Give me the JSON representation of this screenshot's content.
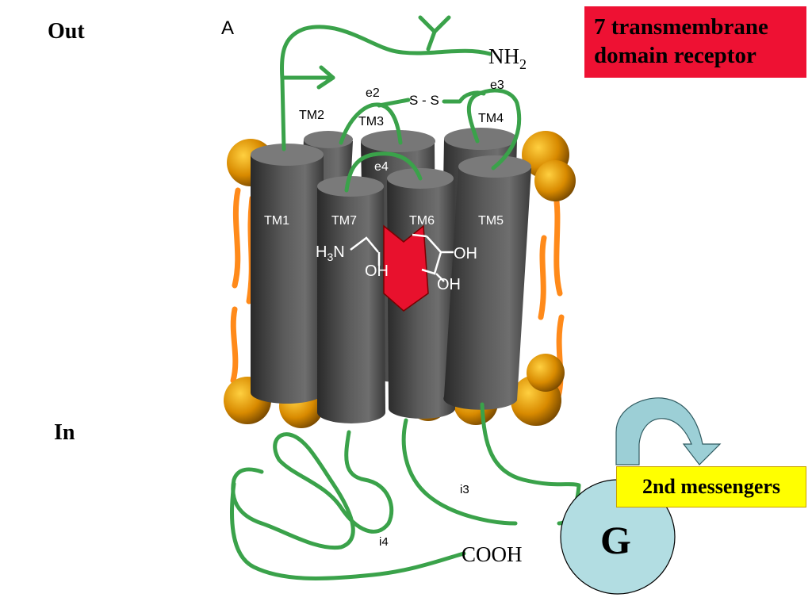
{
  "panel_letter": "A",
  "side_labels": {
    "out": "Out",
    "in": "In"
  },
  "title": {
    "line1": "7 transmembrane",
    "line2": "domain receptor"
  },
  "helices": [
    "TM1",
    "TM2",
    "TM3",
    "TM4",
    "TM5",
    "TM6",
    "TM7"
  ],
  "loops": {
    "e2": "e2",
    "e3": "e3",
    "e4": "e4",
    "i3": "i3",
    "i4": "i4"
  },
  "disulfide": "S - S",
  "termini": {
    "n_base": "NH",
    "n_sub": "2",
    "c": "COOH"
  },
  "ligand": {
    "amine_h": "H",
    "amine_sub": "3",
    "amine_n": "N",
    "oh1": "OH",
    "oh2": "OH",
    "oh3": "OH"
  },
  "g_protein": "G",
  "second_messengers": "2nd messengers",
  "colors": {
    "loop": "#3aa24a",
    "helix": "#4d4d4d",
    "lipid_head": "#d88a00",
    "lipid_tail": "#ff8a1a",
    "title_bg": "#ee1133",
    "msg_bg": "#ffff00",
    "g_fill": "#b2dde2",
    "arrow": "#9ccfd6",
    "ligand_arrow": "#e8112d"
  }
}
